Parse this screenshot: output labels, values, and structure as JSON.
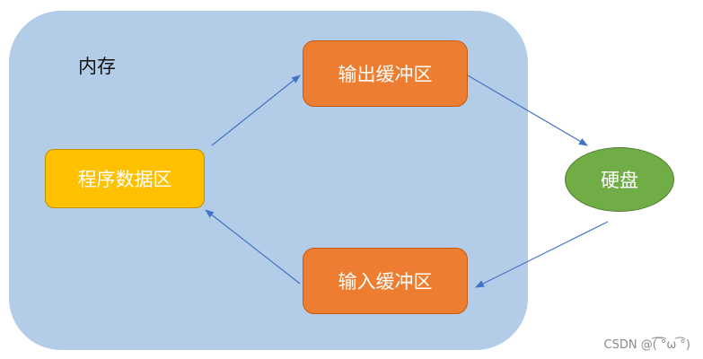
{
  "memory": {
    "label": "内存"
  },
  "nodes": {
    "output_buffer": "输出缓冲区",
    "input_buffer": "输入缓冲区",
    "program_data": "程序数据区",
    "disk": "硬盘"
  },
  "colors": {
    "memory_bg": "#b3cde9",
    "buffer": "#ed7d31",
    "program": "#ffc000",
    "disk": "#70ad47",
    "arrow": "#4472c4"
  },
  "watermark": "CSDN @(͡ ͡°ω ͡°)"
}
